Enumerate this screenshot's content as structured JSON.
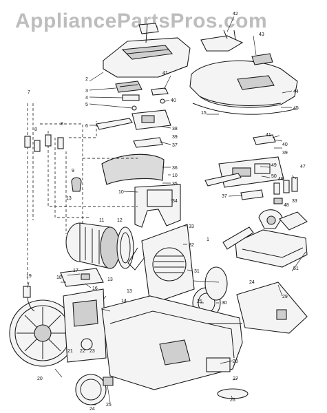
{
  "watermark": "AppliancePartsPros.com",
  "callouts": [
    {
      "id": "c1",
      "label": "1"
    },
    {
      "id": "c2",
      "label": "2"
    },
    {
      "id": "c3",
      "label": "3"
    },
    {
      "id": "c4",
      "label": "4"
    },
    {
      "id": "c5",
      "label": "5"
    },
    {
      "id": "c6",
      "label": "6"
    },
    {
      "id": "c7",
      "label": "7"
    },
    {
      "id": "c8a",
      "label": "8"
    },
    {
      "id": "c8b",
      "label": "8"
    },
    {
      "id": "c9",
      "label": "9"
    },
    {
      "id": "c10a",
      "label": "10"
    },
    {
      "id": "c10b",
      "label": "10"
    },
    {
      "id": "c11",
      "label": "11"
    },
    {
      "id": "c12",
      "label": "12"
    },
    {
      "id": "c13a",
      "label": "13"
    },
    {
      "id": "c13b",
      "label": "13"
    },
    {
      "id": "c13c",
      "label": "13"
    },
    {
      "id": "c14",
      "label": "14"
    },
    {
      "id": "c15",
      "label": "15"
    },
    {
      "id": "c16",
      "label": "16"
    },
    {
      "id": "c17",
      "label": "17"
    },
    {
      "id": "c18",
      "label": "18"
    },
    {
      "id": "c19",
      "label": "19"
    },
    {
      "id": "c20",
      "label": "20"
    },
    {
      "id": "c21",
      "label": "21"
    },
    {
      "id": "c22",
      "label": "22"
    },
    {
      "id": "c23",
      "label": "23"
    },
    {
      "id": "c24a",
      "label": "24"
    },
    {
      "id": "c24b",
      "label": "24"
    },
    {
      "id": "c25a",
      "label": "25"
    },
    {
      "id": "c25b",
      "label": "25"
    },
    {
      "id": "c26",
      "label": "26"
    },
    {
      "id": "c27",
      "label": "27"
    },
    {
      "id": "c28",
      "label": "28"
    },
    {
      "id": "c29",
      "label": "29"
    },
    {
      "id": "c30",
      "label": "30"
    },
    {
      "id": "c31",
      "label": "31"
    },
    {
      "id": "c32",
      "label": "32"
    },
    {
      "id": "c33a",
      "label": "33"
    },
    {
      "id": "c33b",
      "label": "33"
    },
    {
      "id": "c34",
      "label": "34"
    },
    {
      "id": "c35",
      "label": "35"
    },
    {
      "id": "c36",
      "label": "36"
    },
    {
      "id": "c37a",
      "label": "37"
    },
    {
      "id": "c37b",
      "label": "37"
    },
    {
      "id": "c38",
      "label": "38"
    },
    {
      "id": "c39a",
      "label": "39"
    },
    {
      "id": "c39b",
      "label": "39"
    },
    {
      "id": "c40a",
      "label": "40"
    },
    {
      "id": "c40b",
      "label": "40"
    },
    {
      "id": "c41a",
      "label": "41"
    },
    {
      "id": "c41b",
      "label": "41"
    },
    {
      "id": "c42",
      "label": "42"
    },
    {
      "id": "c43",
      "label": "43"
    },
    {
      "id": "c44",
      "label": "44"
    },
    {
      "id": "c45",
      "label": "45"
    },
    {
      "id": "c46",
      "label": "46"
    },
    {
      "id": "c47",
      "label": "47"
    },
    {
      "id": "c48",
      "label": "48"
    },
    {
      "id": "c49",
      "label": "49"
    },
    {
      "id": "c50",
      "label": "50"
    },
    {
      "id": "c51",
      "label": "51"
    }
  ]
}
